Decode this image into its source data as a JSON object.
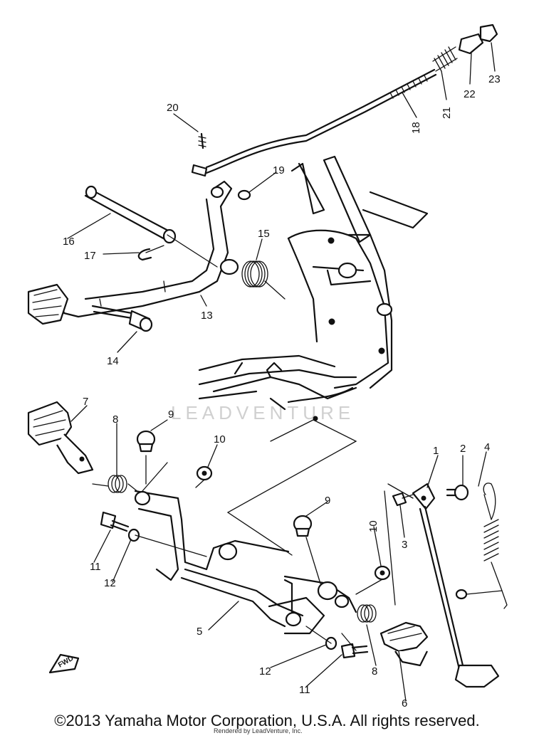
{
  "callouts": [
    {
      "id": "1",
      "label": "1"
    },
    {
      "id": "2",
      "label": "2"
    },
    {
      "id": "3",
      "label": "3"
    },
    {
      "id": "4",
      "label": "4"
    },
    {
      "id": "5",
      "label": "5"
    },
    {
      "id": "6",
      "label": "6"
    },
    {
      "id": "7",
      "label": "7"
    },
    {
      "id": "8a",
      "label": "8"
    },
    {
      "id": "8b",
      "label": "8"
    },
    {
      "id": "9a",
      "label": "9"
    },
    {
      "id": "9b",
      "label": "9"
    },
    {
      "id": "10a",
      "label": "10"
    },
    {
      "id": "10b",
      "label": "10"
    },
    {
      "id": "11a",
      "label": "11"
    },
    {
      "id": "11b",
      "label": "11"
    },
    {
      "id": "12a",
      "label": "12"
    },
    {
      "id": "12b",
      "label": "12"
    },
    {
      "id": "13",
      "label": "13"
    },
    {
      "id": "14",
      "label": "14"
    },
    {
      "id": "15",
      "label": "15"
    },
    {
      "id": "16",
      "label": "16"
    },
    {
      "id": "17",
      "label": "17"
    },
    {
      "id": "18",
      "label": "18"
    },
    {
      "id": "19",
      "label": "19"
    },
    {
      "id": "20",
      "label": "20"
    },
    {
      "id": "21",
      "label": "21"
    },
    {
      "id": "22",
      "label": "22"
    },
    {
      "id": "23",
      "label": "23"
    }
  ],
  "fwd_label": "FWD",
  "watermark": "LEADVENTURE",
  "rendered_by": "Rendered by LeadVenture, Inc.",
  "copyright": "©2013 Yamaha Motor Corporation, U.S.A. All rights reserved."
}
